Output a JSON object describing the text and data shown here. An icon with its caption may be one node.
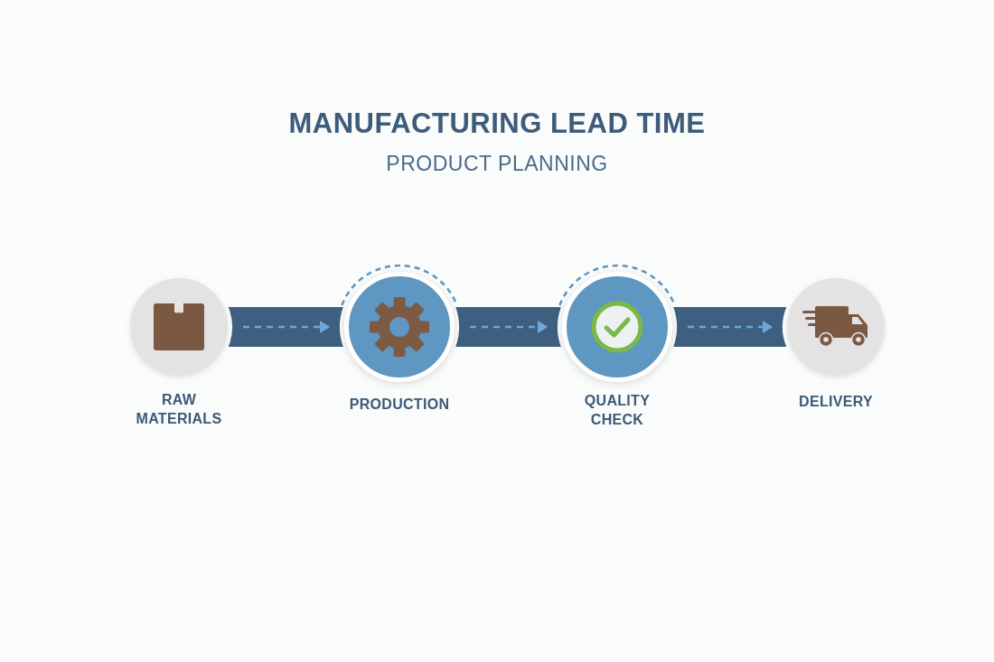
{
  "diagram": {
    "title": "MANUFACTURING LEAD TIME",
    "nodes": [
      {
        "text": [
          "RAW MATERIALS"
        ]
      },
      {
        "text": [
          "PRODUCTION"
        ]
      },
      {
        "text": [
          "QUALITY CHECK"
        ]
      },
      {
        "text": [
          "DELIVERY"
        ]
      }
    ],
    "edges": [
      {
        "from": 0,
        "to": 1,
        "arrow": "to",
        "style": "dashed"
      },
      {
        "from": 1,
        "to": 2,
        "arrow": "to",
        "style": "dashed"
      },
      {
        "from": 2,
        "to": 3,
        "arrow": "to",
        "style": "dashed"
      }
    ],
    "labels": [
      "PRODUCT PLANNING"
    ]
  }
}
